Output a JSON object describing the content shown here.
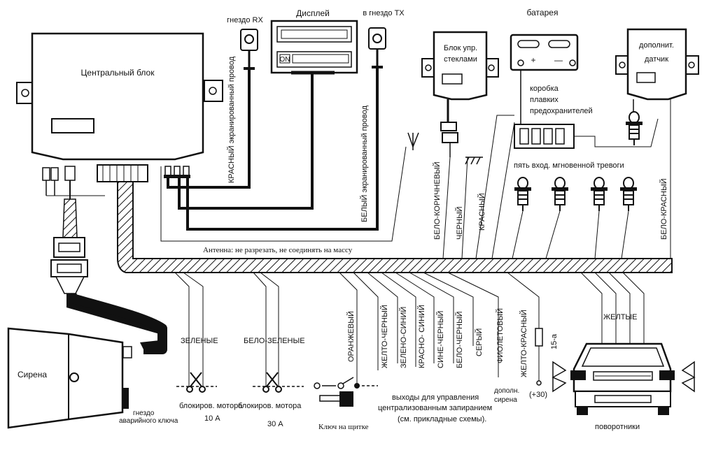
{
  "labels": {
    "central_block": "Центральный блок",
    "display": "Дисплей",
    "display_badge": "ON",
    "rx_socket": "гнездо RX",
    "tx_socket": "в гнездо TX",
    "red_shielded": "КРАСНЫЙ экранированный провод",
    "white_shielded": "БЕЛЫЙ   экранированный провод",
    "window_block_1": "Блок упр.",
    "window_block_2": "стеклами",
    "battery": "батарея",
    "plus": "+",
    "minus": "—",
    "fuse_box_1": "коробка",
    "fuse_box_2": "плавких",
    "fuse_box_3": "предохранителей",
    "extra_sensor_1": "дополнит.",
    "extra_sensor_2": "датчик",
    "instant_alarm_inputs": "пять  вход. мгновенной тревоги",
    "white_brown": "БЕЛО-КОРИЧНЕВЫЙ",
    "black": "ЧЕРНЫЙ",
    "red": "КРАСНЫЙ",
    "white_red": "БЕЛО-КРАСНЫЙ",
    "antenna_note": "Антенна: не разрезать, не соединять на массу",
    "green": "ЗЕЛЕНЫЕ",
    "white_green": "БЕЛО-ЗЕЛЕНЫЕ",
    "orange": "ОРАНЖЕВЫЙ",
    "yellow_black": "ЖЕЛТО-ЧЕРНЫЙ",
    "green_blue": "ЗЕЛЕНО-СИНИЙ",
    "red_blue": "КРАСНО- СИНИЙ",
    "blue_black": "СИНЕ-ЧЕРНЫЙ",
    "white_black": "БЕЛО-ЧЕРНЫЙ",
    "grey": "СЕРЫЙ",
    "violet": "ФИОЛЕТОВЫЙ",
    "yellow_red": "ЖЕЛТО-КРАСНЫЙ",
    "fuse_15a": "15-а",
    "yellow_pl": "ЖЕЛТЫЕ",
    "siren": "Сирена",
    "emergency_key_1": "гнездо",
    "emergency_key_2": "аварийного ключа",
    "motor_block_1": "блокиров. мотора",
    "motor_block_1_amp": "10 А",
    "motor_block_2": "блокиров. мотора",
    "motor_block_2_amp": "30 А",
    "dash_key": "Ключ на щитке",
    "locking_1": "выходы для управления",
    "locking_2": "централизованным запиранием",
    "locking_3": "(см. прикладные схемы).",
    "extra_siren_1": "дополн.",
    "extra_siren_2": "сирена",
    "plus30": "(+30)",
    "turn_signals": "поворотники"
  },
  "icons": {
    "scissors": "scissors-icon",
    "antenna": "antenna-icon",
    "ground": "ground-icon",
    "switch_sensor": "switch-sensor-icon",
    "lamp": "lamp-icon",
    "car": "car-front-icon",
    "siren": "siren-horn-icon",
    "key": "key-icon"
  }
}
